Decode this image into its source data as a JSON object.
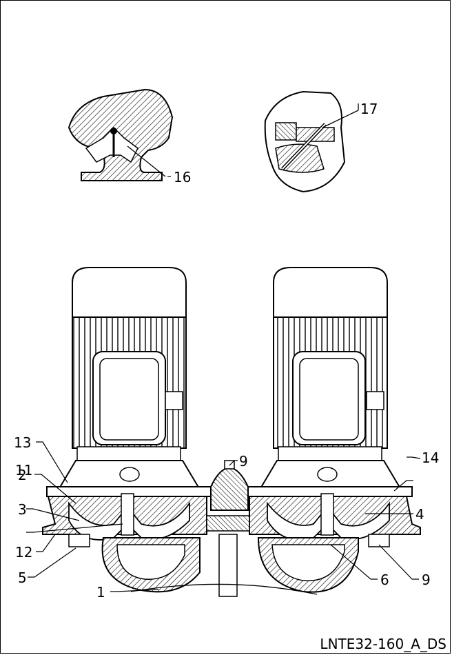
{
  "drawing_code": "LNTE32-160_A_DS",
  "callouts": {
    "c1": "1",
    "c2": "2",
    "c3": "3",
    "c4": "4",
    "c5": "5",
    "c6": "6",
    "c9a": "9",
    "c9b": "9",
    "c11": "11",
    "c12": "12",
    "c13": "13",
    "c14": "14",
    "c16": "16",
    "c17": "17"
  }
}
